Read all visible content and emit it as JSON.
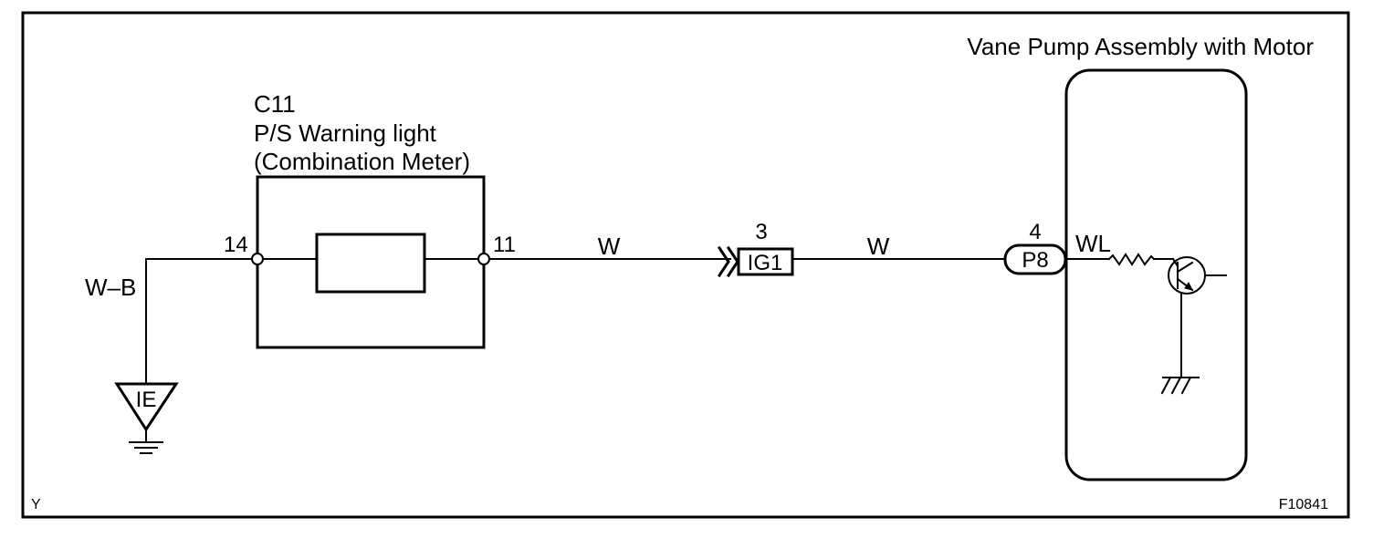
{
  "frame": {
    "corner_left": "Y",
    "figure_id": "F10841"
  },
  "combination_meter": {
    "connector": "C11",
    "name": "P/S Warning light",
    "subname": "(Combination Meter)",
    "pin_left": "14",
    "pin_right": "11"
  },
  "ground": {
    "wire": "W–B",
    "label": "IE"
  },
  "wires": {
    "meter_to_junction": "W",
    "junction_to_pump": "W"
  },
  "junction": {
    "pin": "3",
    "label": "IG1"
  },
  "pump": {
    "title": "Vane Pump Assembly with Motor",
    "connector": "P8",
    "pin": "4",
    "internal_wire": "WL"
  }
}
